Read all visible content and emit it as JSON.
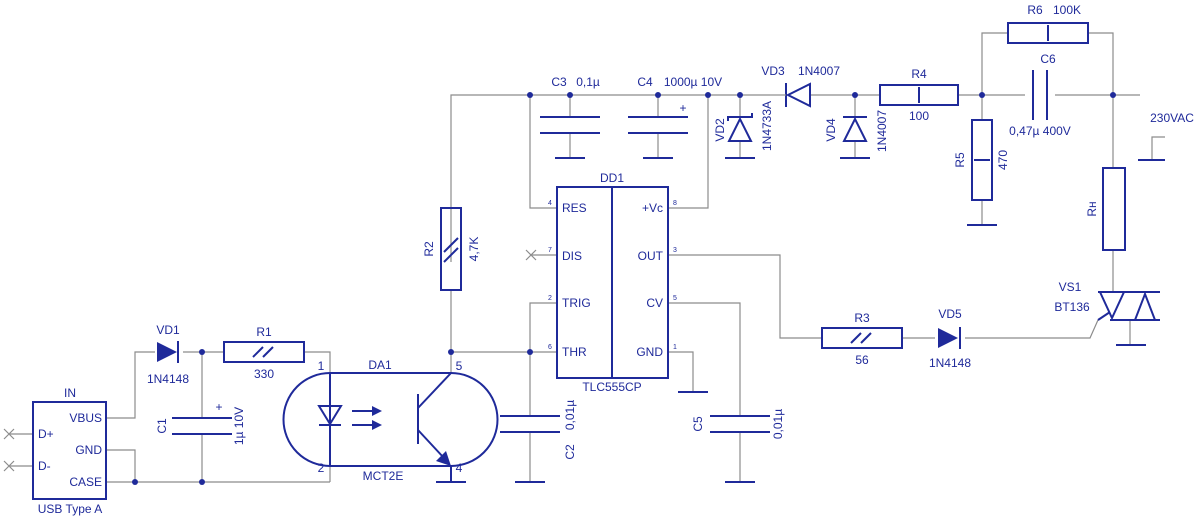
{
  "components": {
    "usb": {
      "name": "IN",
      "type": "USB Type A",
      "pins": [
        "D+",
        "D-",
        "VBUS",
        "GND",
        "CASE"
      ]
    },
    "vd1": {
      "ref": "VD1",
      "value": "1N4148"
    },
    "r1": {
      "ref": "R1",
      "value": "330"
    },
    "c1": {
      "ref": "C1",
      "value": "1µ 10V",
      "plus": "+"
    },
    "da1": {
      "ref": "DA1",
      "value": "MCT2E",
      "pins": [
        "1",
        "2",
        "4",
        "5"
      ]
    },
    "r2": {
      "ref": "R2",
      "value": "4,7K"
    },
    "c2": {
      "ref": "C2",
      "value": "0,01µ"
    },
    "c3": {
      "ref": "C3",
      "value": "0,1µ"
    },
    "c4": {
      "ref": "C4",
      "value": "1000µ 10V",
      "plus": "+"
    },
    "dd1": {
      "ref": "DD1",
      "value": "TLC555CP",
      "left_pins": [
        {
          "num": "4",
          "name": "RES"
        },
        {
          "num": "7",
          "name": "DIS"
        },
        {
          "num": "2",
          "name": "TRIG"
        },
        {
          "num": "6",
          "name": "THR"
        }
      ],
      "right_pins": [
        {
          "num": "8",
          "name": "+Vc"
        },
        {
          "num": "3",
          "name": "OUT"
        },
        {
          "num": "5",
          "name": "CV"
        },
        {
          "num": "1",
          "name": "GND"
        }
      ]
    },
    "c5": {
      "ref": "C5",
      "value": "0,01µ"
    },
    "vd2": {
      "ref": "VD2",
      "value": "1N4733A"
    },
    "vd3": {
      "ref": "VD3",
      "value": "1N4007"
    },
    "vd4": {
      "ref": "VD4",
      "value": "1N4007"
    },
    "r4": {
      "ref": "R4",
      "value": "100"
    },
    "r5": {
      "ref": "R5",
      "value": "470"
    },
    "r6": {
      "ref": "R6",
      "value": "100K"
    },
    "c6": {
      "ref": "C6",
      "value": "0,47µ 400V"
    },
    "r3": {
      "ref": "R3",
      "value": "56"
    },
    "vd5": {
      "ref": "VD5",
      "value": "1N4148"
    },
    "rh": {
      "ref": "Rн"
    },
    "vs1": {
      "ref": "VS1",
      "value": "BT136"
    },
    "mains": {
      "label": "230VAC"
    }
  }
}
